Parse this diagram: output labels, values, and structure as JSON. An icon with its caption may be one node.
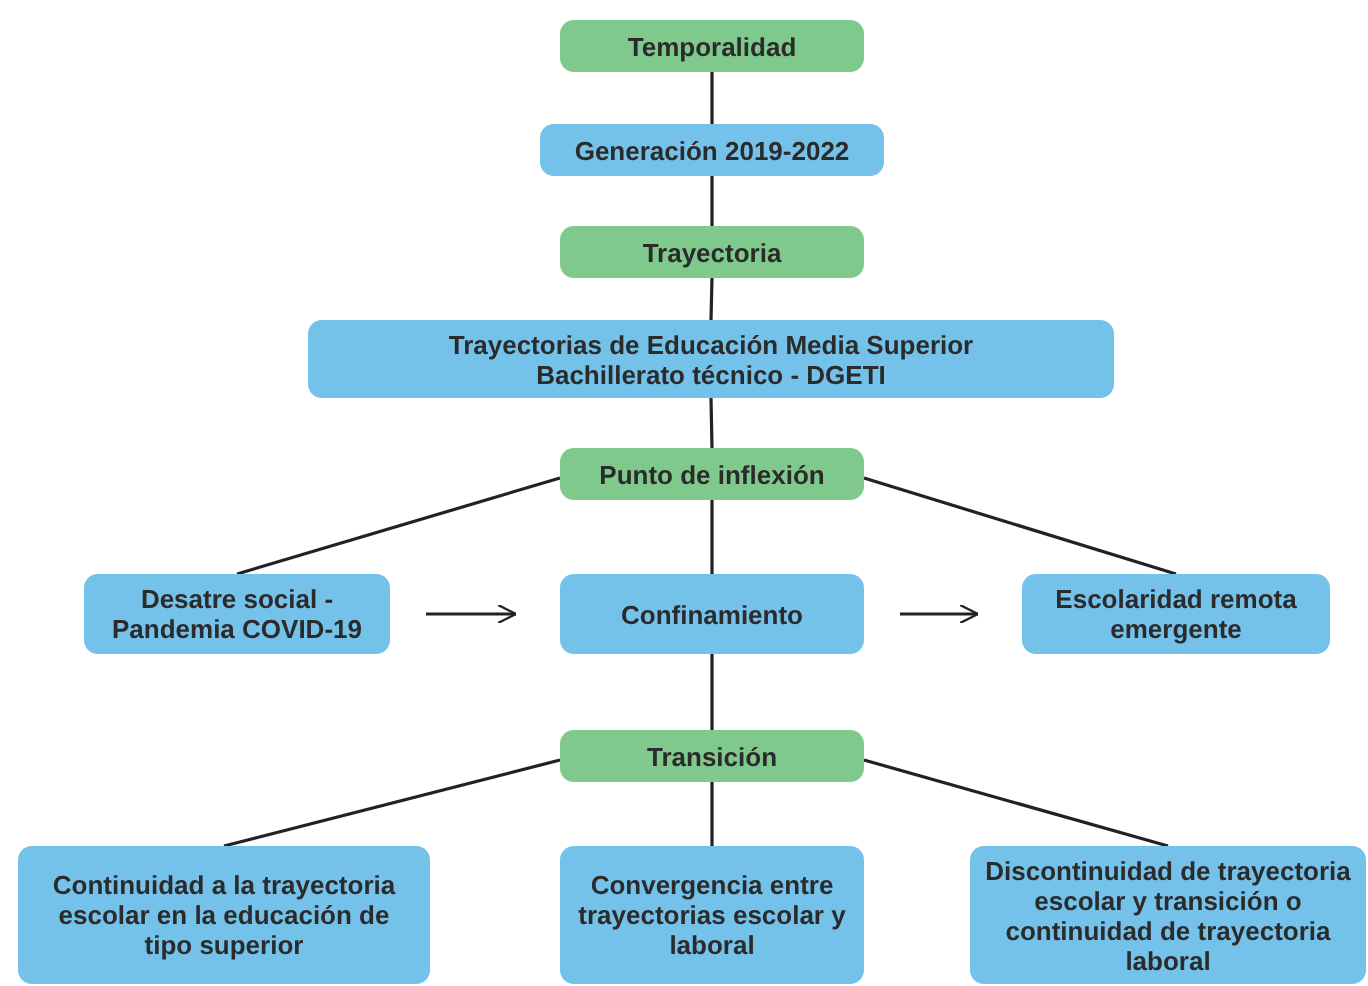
{
  "diagram": {
    "nodes": [
      {
        "text": [
          "Temporalidad"
        ]
      },
      {
        "text": [
          "Generación 2019-2022"
        ]
      },
      {
        "text": [
          "Trayectoria"
        ]
      },
      {
        "text": [
          "Trayectorias de Educación Media Superior Bachillerato técnico - DGETI"
        ]
      },
      {
        "text": [
          "Punto de inflexión"
        ]
      },
      {
        "text": [
          "Desatre social - Pandemia COVID-19"
        ]
      },
      {
        "text": [
          "Confinamiento"
        ]
      },
      {
        "text": [
          "Escolaridad remota emergente"
        ]
      },
      {
        "text": [
          "Transición"
        ]
      },
      {
        "text": [
          "Continuidad a la trayectoria escolar en la educación de tipo superior"
        ]
      },
      {
        "text": [
          "Convergencia entre trayectorias escolar y laboral"
        ]
      },
      {
        "text": [
          "Discontinuidad de trayectoria escolar y transición o continuidad de trayectoria laboral"
        ]
      }
    ],
    "edges": [
      {
        "from": 0,
        "to": 1,
        "arrow": "none"
      },
      {
        "from": 1,
        "to": 2,
        "arrow": "none"
      },
      {
        "from": 2,
        "to": 3,
        "arrow": "none"
      },
      {
        "from": 3,
        "to": 4,
        "arrow": "none"
      },
      {
        "from": 4,
        "to": 5,
        "arrow": "none"
      },
      {
        "from": 4,
        "to": 6,
        "arrow": "none"
      },
      {
        "from": 4,
        "to": 7,
        "arrow": "none"
      },
      {
        "from": 5,
        "to": 6,
        "arrow": "to"
      },
      {
        "from": 6,
        "to": 7,
        "arrow": "to"
      },
      {
        "from": 6,
        "to": 8,
        "arrow": "none"
      },
      {
        "from": 8,
        "to": 9,
        "arrow": "none"
      },
      {
        "from": 8,
        "to": 10,
        "arrow": "none"
      },
      {
        "from": 8,
        "to": 11,
        "arrow": "none"
      }
    ]
  }
}
